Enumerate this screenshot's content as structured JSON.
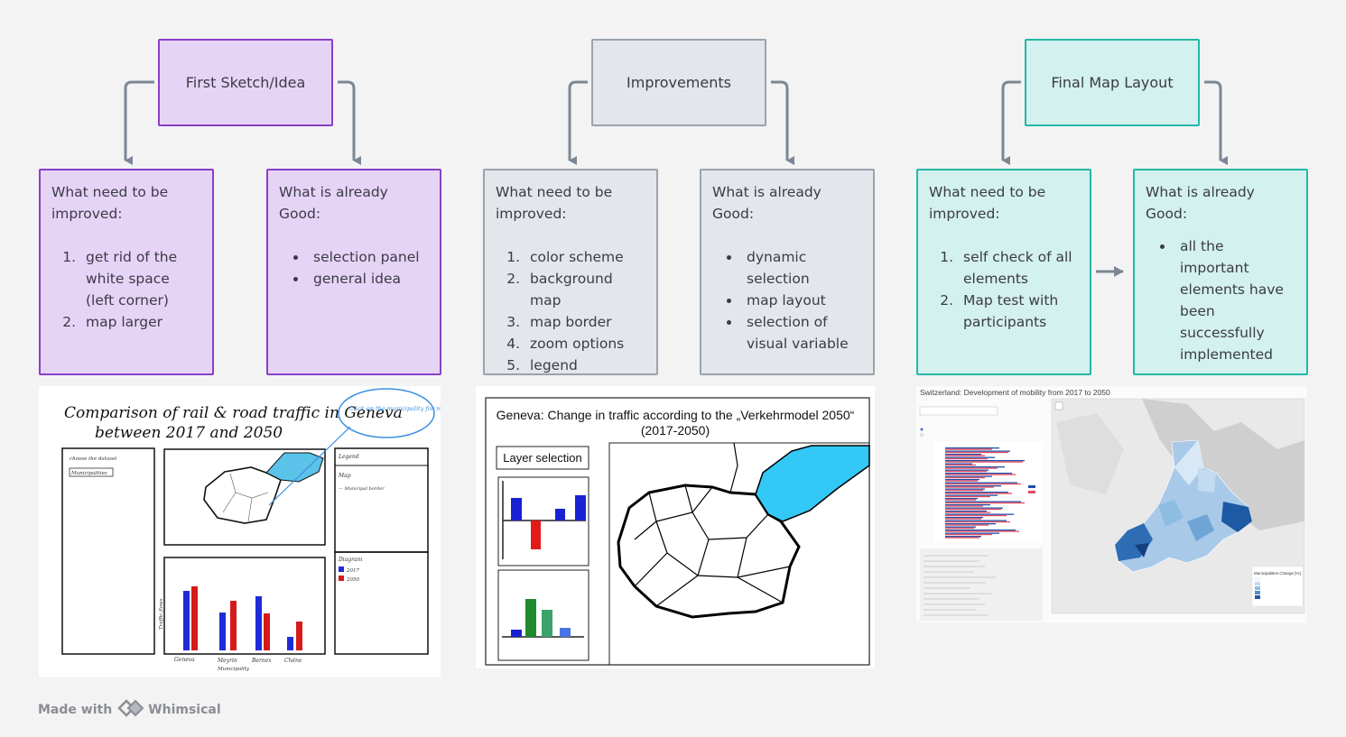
{
  "columns": [
    {
      "title": "First Sketch/Idea",
      "improve": {
        "heading": "What need to be improved:",
        "items": [
          "get rid of the white space (left corner)",
          "map larger"
        ]
      },
      "good": {
        "heading": "What is already Good:",
        "items": [
          "selection panel",
          "general idea"
        ]
      }
    },
    {
      "title": "Improvements",
      "improve": {
        "heading": "What need to be improved:",
        "items": [
          "color scheme",
          "background map",
          "map border",
          "zoom options",
          "legend"
        ]
      },
      "good": {
        "heading": "What is already Good:",
        "items": [
          "dynamic selection",
          "map layout",
          "selection of visual variable"
        ]
      }
    },
    {
      "title": "Final Map Layout",
      "improve": {
        "heading": "What need to be improved:",
        "items": [
          "self check of all elements",
          "Map test with participants"
        ]
      },
      "good": {
        "heading": "What is already Good:",
        "items": [
          "all the important elements have been successfully implemented"
        ]
      }
    }
  ],
  "sketch": {
    "title_line1": "Comparison of rail & road traffic in Geneva",
    "title_line2": "between 2017 and 2050",
    "bubble": "Click on the municipality for more detailed information",
    "select_label": "choose the dataset",
    "dropdown": "Municipalities",
    "legend_title": "Legend",
    "legend_map": "Map",
    "legend_border": "— Municipal border",
    "diagram_title": "Diagram",
    "legend_2017": "2017",
    "legend_2050": "2050",
    "y_label": "Traffic flows",
    "x_labels": [
      "Geneva",
      "Meyrin",
      "Bernex",
      "Chêne"
    ],
    "x_sub": "Municipality"
  },
  "improvement_img": {
    "title": "Geneva: Change in traffic according to the „Verkehrmodel 2050“",
    "subtitle": "(2017-2050)",
    "layer_selection": "Layer selection"
  },
  "final_img": {
    "title": "Switzerland: Development of mobility from 2017 to 2050",
    "legend_title": "Municipalities Change [%]"
  },
  "footer": {
    "made_with": "Made with",
    "brand": "Whimsical"
  },
  "colors": {
    "purple_fill": "#e6d4f7",
    "purple_border": "#8a3fc8",
    "gray_fill": "#e3e6ea",
    "gray_border": "#9aa3ad",
    "teal_fill": "#d3f1ee",
    "teal_border": "#23b8a6",
    "connector": "#7b8794"
  }
}
